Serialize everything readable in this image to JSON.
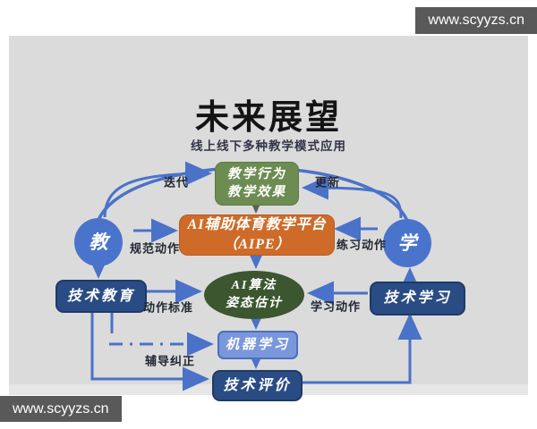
{
  "watermark_top": "www.scyyzs.cn",
  "watermark_bottom": "www.scyyzs.cn",
  "diagram": {
    "title": "未来展望",
    "subtitle": "线上线下多种教学模式应用",
    "nodes": {
      "teaching_outcome": {
        "line1": "教学行为",
        "line2": "教学效果"
      },
      "aipe": {
        "line1": "AI辅助体育教学平台",
        "line2": "（AIPE）"
      },
      "teach": "教",
      "learn": "学",
      "tech_education": "技术教育",
      "tech_learning": "技术学习",
      "ai_algorithm": {
        "line1": "AI算法",
        "line2": "姿态估计"
      },
      "machine_learning": "机器学习",
      "tech_evaluation": "技术评价"
    },
    "edge_labels": {
      "iterate": "迭代",
      "update": "更新",
      "standard_action": "规范动作",
      "practice_action": "练习动作",
      "action_standard": "动作标准",
      "learning_action": "学习动作",
      "coach_correction": "辅导纠正"
    },
    "colors": {
      "arrow_blue": "#4a72c8",
      "arrow_gray": "#5a6156",
      "green_box": "#6d8c52",
      "orange_box": "#cf6b28",
      "dark_blue_box": "#2a4c85",
      "light_blue_box": "#7b97dc",
      "dark_green_ellipse": "#3c5630",
      "circle_blue": "#4a74cc",
      "watermark_bg": "#595959",
      "slide_bg": "#dbdbdb"
    }
  }
}
